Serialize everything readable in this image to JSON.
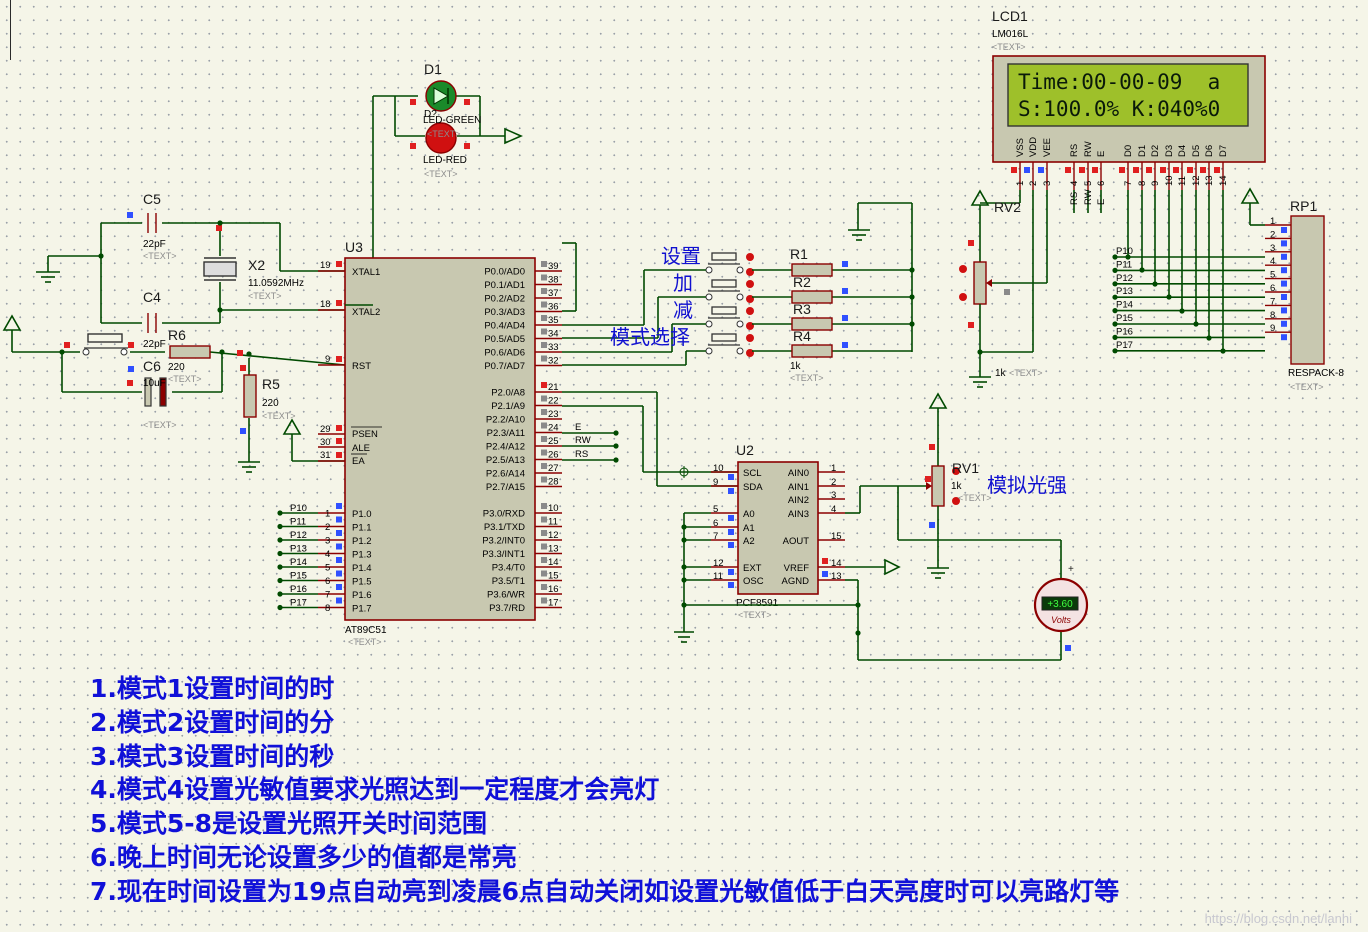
{
  "components": {
    "d1": {
      "ref": "D1",
      "green": "LED-GREEN",
      "red": "LED-RED",
      "overlap": "D?"
    },
    "c5": {
      "ref": "C5",
      "value": "22pF"
    },
    "c4": {
      "ref": "C4",
      "value": "22pF"
    },
    "c6": {
      "ref": "C6",
      "value": "10uF"
    },
    "x2": {
      "ref": "X2",
      "value": "11.0592MHz"
    },
    "r6": {
      "ref": "R6",
      "value": "220"
    },
    "r5": {
      "ref": "R5",
      "value": "220"
    },
    "u3": {
      "ref": "U3",
      "part": "AT89C51"
    },
    "u2": {
      "ref": "U2",
      "part": "PCF8591"
    },
    "r1": {
      "ref": "R1"
    },
    "r2": {
      "ref": "R2"
    },
    "r3": {
      "ref": "R3"
    },
    "r4": {
      "ref": "R4",
      "value": "1k"
    },
    "rv2": {
      "ref": "RV2",
      "value": "1k"
    },
    "rv1": {
      "ref": "RV1",
      "value": "1k"
    },
    "lcd1": {
      "ref": "LCD1",
      "part": "LM016L"
    },
    "rp1": {
      "ref": "RP1",
      "part": "RESPACK-8"
    },
    "voltmeter": {
      "value": "+3.60",
      "unit": "Volts"
    },
    "text_placeholder": "<TEXT>"
  },
  "lcd": {
    "line1": "Time:00-00-09  a",
    "line2": "S:100.0% K:040%0",
    "pins": [
      "VSS",
      "VDD",
      "VEE",
      "RS",
      "RW",
      "E",
      "D0",
      "D1",
      "D2",
      "D3",
      "D4",
      "D5",
      "D6",
      "D7"
    ],
    "pin_numbers": [
      "1",
      "2",
      "3",
      "4",
      "5",
      "6",
      "7",
      "8",
      "9",
      "10",
      "11",
      "12",
      "13",
      "14"
    ],
    "ctrl_nets": [
      "RS",
      "RW",
      "E"
    ]
  },
  "u3_pins": {
    "xtal1": {
      "name": "XTAL1",
      "num": "19"
    },
    "xtal2": {
      "name": "XTAL2",
      "num": "18"
    },
    "rst": {
      "name": "RST",
      "num": "9"
    },
    "psen": {
      "name": "PSEN",
      "num": "29"
    },
    "ale": {
      "name": "ALE",
      "num": "30"
    },
    "ea": {
      "name": "EA",
      "num": "31"
    },
    "p0": [
      {
        "name": "P0.0/AD0",
        "num": "39"
      },
      {
        "name": "P0.1/AD1",
        "num": "38"
      },
      {
        "name": "P0.2/AD2",
        "num": "37"
      },
      {
        "name": "P0.3/AD3",
        "num": "36"
      },
      {
        "name": "P0.4/AD4",
        "num": "35"
      },
      {
        "name": "P0.5/AD5",
        "num": "34"
      },
      {
        "name": "P0.6/AD6",
        "num": "33"
      },
      {
        "name": "P0.7/AD7",
        "num": "32"
      }
    ],
    "p2": [
      {
        "name": "P2.0/A8",
        "num": "21"
      },
      {
        "name": "P2.1/A9",
        "num": "22"
      },
      {
        "name": "P2.2/A10",
        "num": "23"
      },
      {
        "name": "P2.3/A11",
        "num": "24"
      },
      {
        "name": "P2.4/A12",
        "num": "25"
      },
      {
        "name": "P2.5/A13",
        "num": "26"
      },
      {
        "name": "P2.6/A14",
        "num": "27"
      },
      {
        "name": "P2.7/A15",
        "num": "28"
      }
    ],
    "p2_nets": [
      "E",
      "RW",
      "RS"
    ],
    "p3": [
      {
        "name": "P3.0/RXD",
        "num": "10"
      },
      {
        "name": "P3.1/TXD",
        "num": "11"
      },
      {
        "name": "P3.2/INT0",
        "num": "12"
      },
      {
        "name": "P3.3/INT1",
        "num": "13"
      },
      {
        "name": "P3.4/T0",
        "num": "14"
      },
      {
        "name": "P3.5/T1",
        "num": "15"
      },
      {
        "name": "P3.6/WR",
        "num": "16"
      },
      {
        "name": "P3.7/RD",
        "num": "17"
      }
    ],
    "p1": [
      {
        "name": "P1.0",
        "num": "1",
        "net": "P10"
      },
      {
        "name": "P1.1",
        "num": "2",
        "net": "P11"
      },
      {
        "name": "P1.2",
        "num": "3",
        "net": "P12"
      },
      {
        "name": "P1.3",
        "num": "4",
        "net": "P13"
      },
      {
        "name": "P1.4",
        "num": "5",
        "net": "P14"
      },
      {
        "name": "P1.5",
        "num": "6",
        "net": "P15"
      },
      {
        "name": "P1.6",
        "num": "7",
        "net": "P16"
      },
      {
        "name": "P1.7",
        "num": "8",
        "net": "P17"
      }
    ]
  },
  "u2_pins": {
    "left": [
      {
        "name": "SCL",
        "num": "10"
      },
      {
        "name": "SDA",
        "num": "9"
      },
      {
        "name": "A0",
        "num": "5"
      },
      {
        "name": "A1",
        "num": "6"
      },
      {
        "name": "A2",
        "num": "7"
      },
      {
        "name": "EXT",
        "num": "12"
      },
      {
        "name": "OSC",
        "num": "11"
      }
    ],
    "right": [
      {
        "name": "AIN0",
        "num": "1"
      },
      {
        "name": "AIN1",
        "num": "2"
      },
      {
        "name": "AIN2",
        "num": "3"
      },
      {
        "name": "AIN3",
        "num": "4"
      },
      {
        "name": "AOUT",
        "num": "15"
      },
      {
        "name": "VREF",
        "num": "14"
      },
      {
        "name": "AGND",
        "num": "13"
      }
    ]
  },
  "rp1_pins": [
    "1",
    "2",
    "3",
    "4",
    "5",
    "6",
    "7",
    "8",
    "9"
  ],
  "rp1_nets": [
    "P10",
    "P11",
    "P12",
    "P13",
    "P14",
    "P15",
    "P16",
    "P17"
  ],
  "button_labels": {
    "set": "设置",
    "add": "加",
    "sub": "减",
    "mode": "模式选择"
  },
  "light_label": "模拟光强",
  "notes": [
    "1.模式1设置时间的时",
    "2.模式2设置时间的分",
    "3.模式3设置时间的秒",
    "4.模式4设置光敏值要求光照达到一定程度才会亮灯",
    "5.模式5-8是设置光照开关时间范围",
    "6.晚上时间无论设置多少的值都是常亮",
    "7.现在时间设置为19点自动亮到凌晨6点自动关闭如设置光敏值低于白天亮度时可以亮路灯等"
  ],
  "watermark": "https://blog.csdn.net/lanhi"
}
